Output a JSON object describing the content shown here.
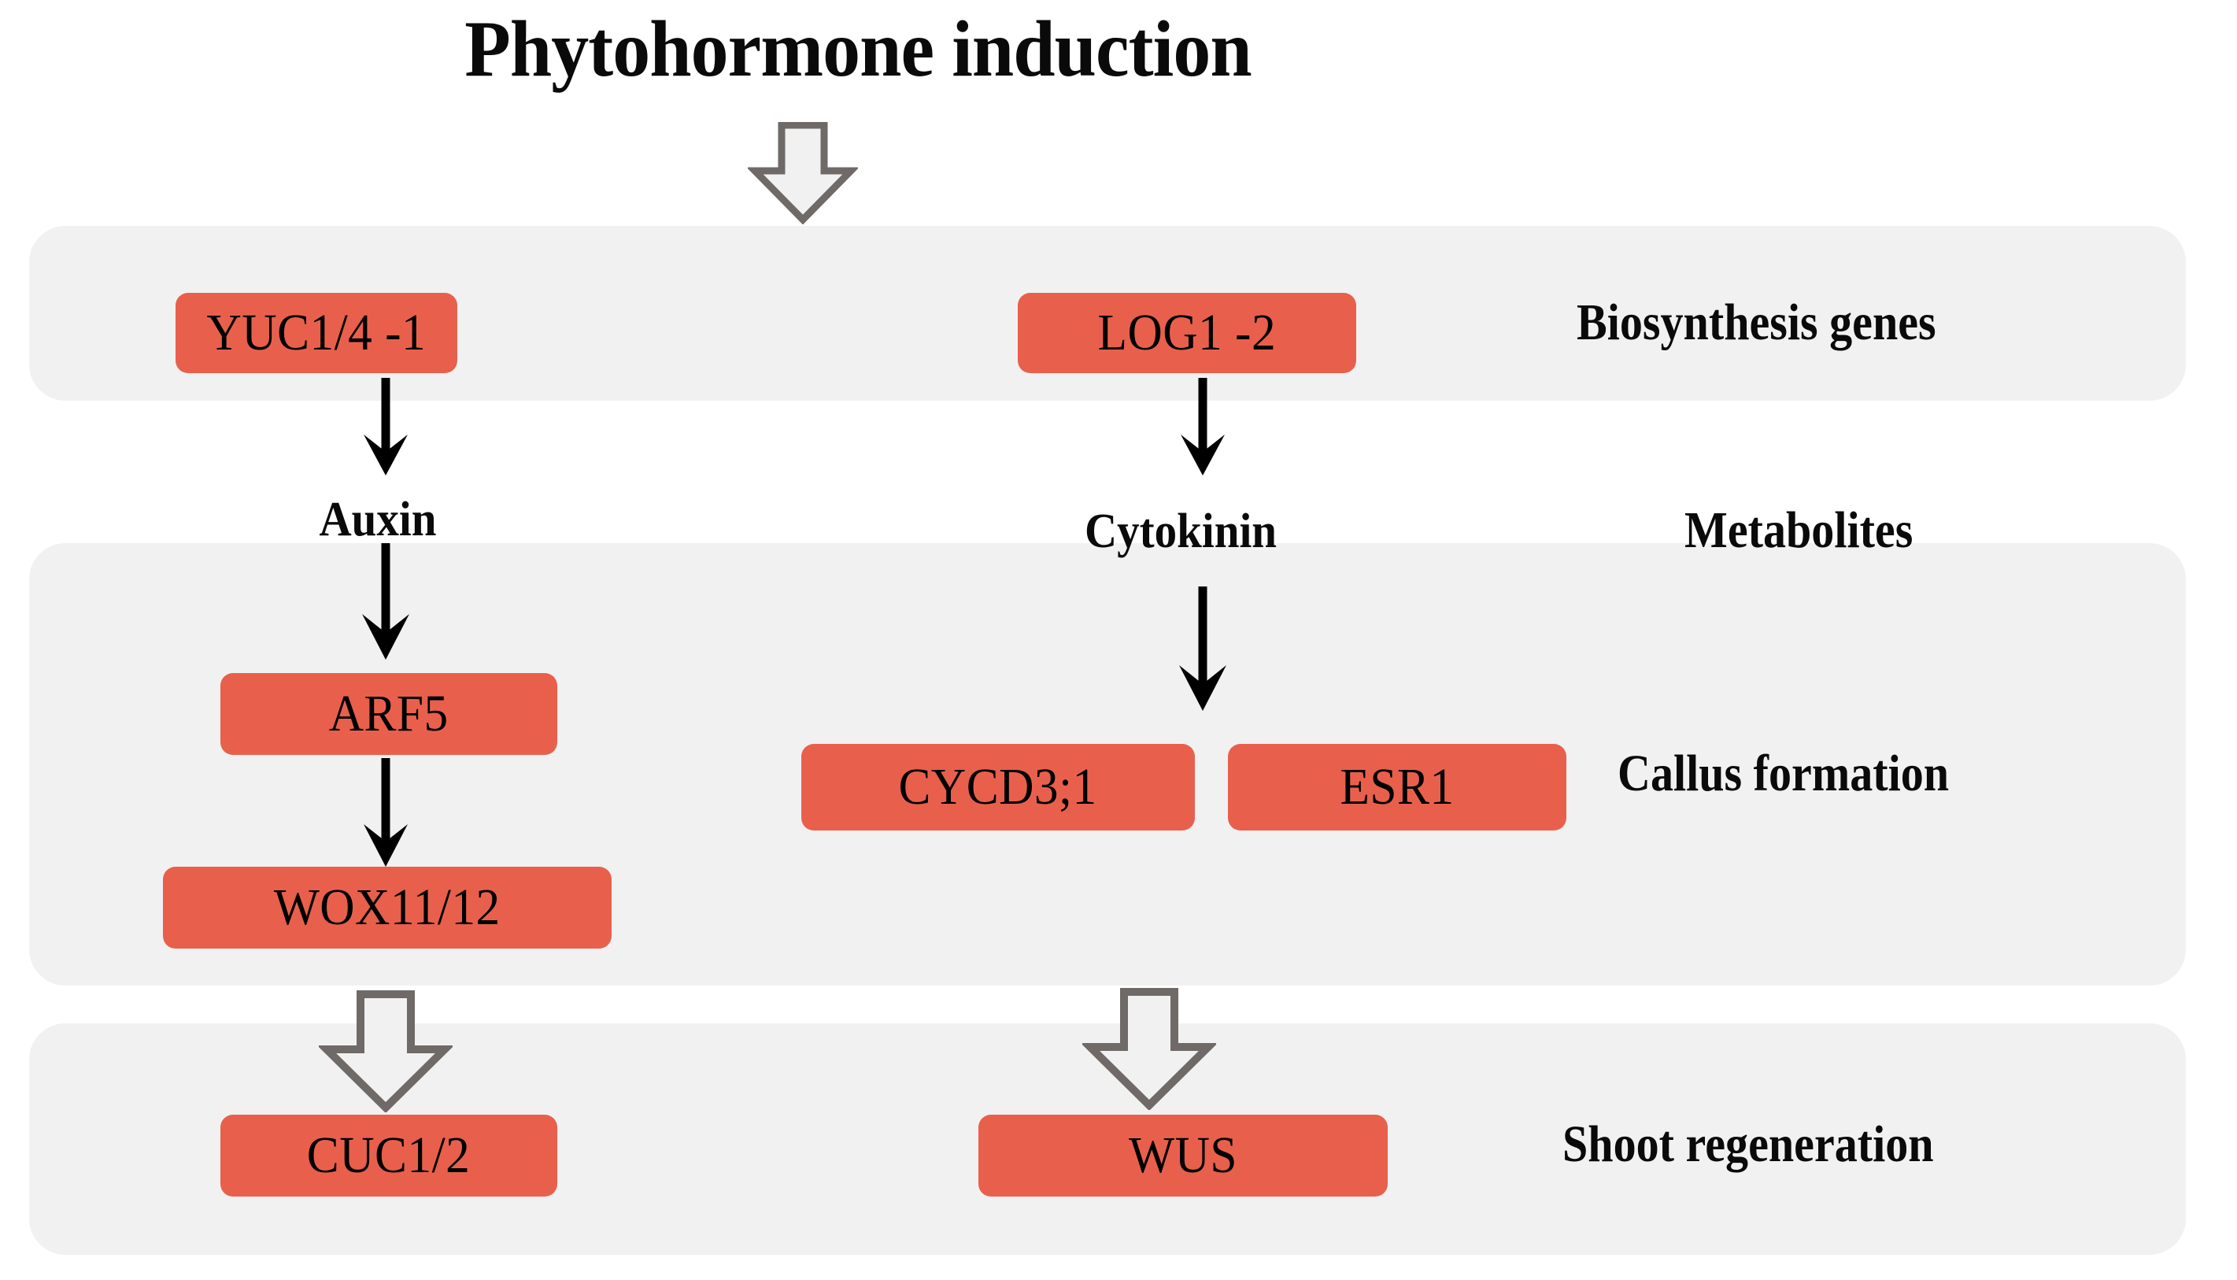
{
  "title": "Phytohormone induction",
  "colors": {
    "gene_box": "#e8604c",
    "band": "#f1f1f1",
    "arrow_black": "#000000",
    "block_arrow_stroke": "#6f6a67",
    "block_arrow_fill": "#f1f1f1",
    "text": "#0a0a0a",
    "background": "#ffffff"
  },
  "bands": [
    {
      "name": "biosynthesis-band",
      "label": "Biosynthesis genes"
    },
    {
      "name": "callus-band",
      "label": "Callus formation"
    },
    {
      "name": "shoot-band",
      "label": "Shoot regeneration"
    }
  ],
  "stage_labels": {
    "biosynthesis": "Biosynthesis genes",
    "metabolites": "Metabolites",
    "callus": "Callus formation",
    "shoot": "Shoot regeneration"
  },
  "genes": {
    "yuc": "YUC1/4 -1",
    "log1": "LOG1 -2",
    "arf5": "ARF5",
    "wox": "WOX11/12",
    "cycd": "CYCD3;1",
    "esr1": "ESR1",
    "cuc": "CUC1/2",
    "wus": "WUS"
  },
  "metabolites": {
    "auxin": "Auxin",
    "cytokinin": "Cytokinin"
  },
  "pathways": {
    "auxin_branch": [
      "YUC1/4 -1",
      "Auxin",
      "ARF5",
      "WOX11/12",
      "CUC1/2"
    ],
    "cytokinin_branch": [
      "LOG1 -2",
      "Cytokinin",
      "CYCD3;1",
      "ESR1",
      "WUS"
    ]
  },
  "icons": {
    "induction_arrow": "block-down-arrow-icon",
    "flow_arrow": "down-arrow-icon"
  }
}
